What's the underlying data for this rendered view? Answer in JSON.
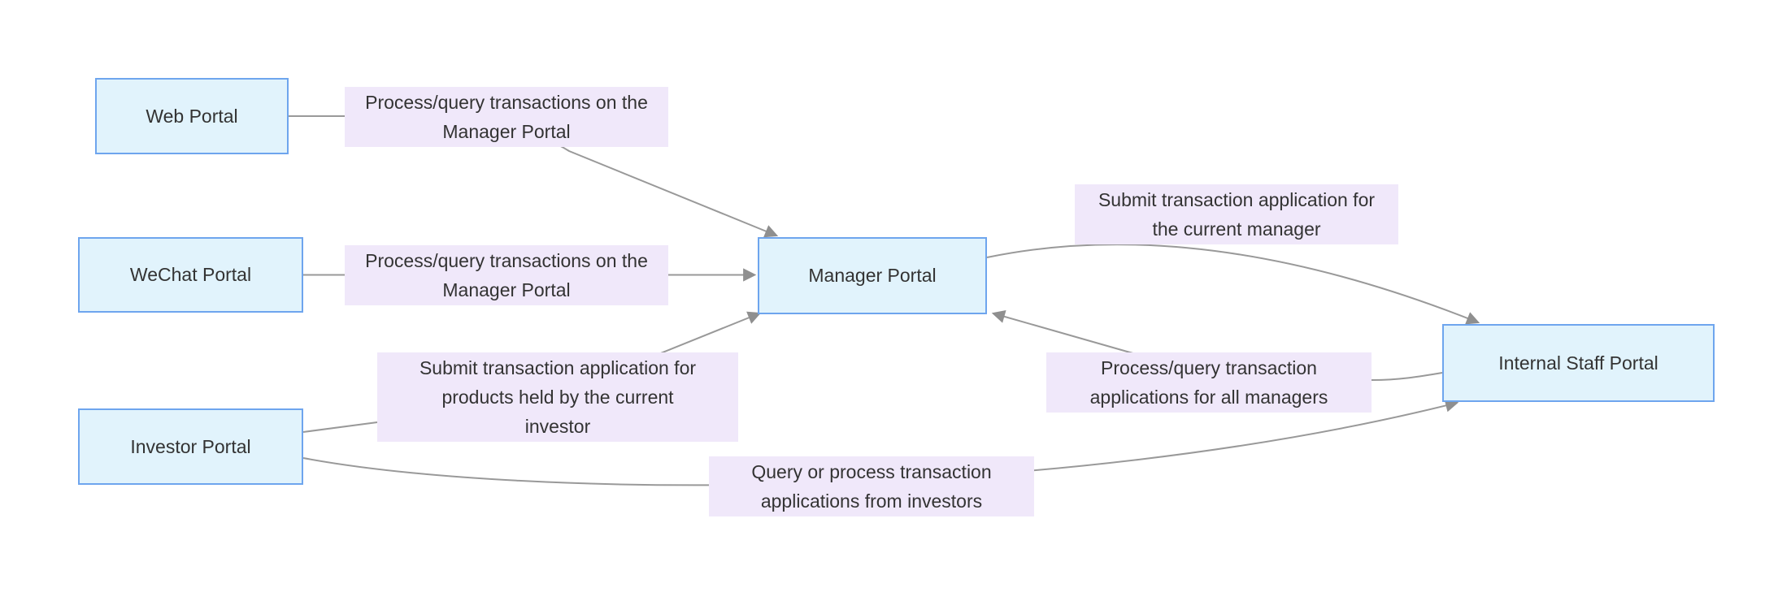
{
  "diagram": {
    "type": "flowchart",
    "colors": {
      "background": "#ffffff",
      "node_fill": "#e1f3fc",
      "node_border": "#6ea5ee",
      "edge_label_bg": "#f0e8fa",
      "text": "#333333",
      "edge_line": "#999999",
      "arrowhead": "#8f8f8f"
    },
    "nodes": [
      {
        "id": "web",
        "label": "Web Portal"
      },
      {
        "id": "wechat",
        "label": "WeChat Portal"
      },
      {
        "id": "investor",
        "label": "Investor Portal"
      },
      {
        "id": "manager",
        "label": "Manager Portal"
      },
      {
        "id": "staff",
        "label": "Internal Staff Portal"
      }
    ],
    "edges": [
      {
        "from": "Web Portal",
        "to": "Manager Portal",
        "label": "Process/query transactions on the\nManager Portal"
      },
      {
        "from": "WeChat Portal",
        "to": "Manager Portal",
        "label": "Process/query transactions on the\nManager Portal"
      },
      {
        "from": "Investor Portal",
        "to": "Manager Portal",
        "label": "Submit transaction application for\nproducts held by the current\ninvestor"
      },
      {
        "from": "Manager Portal",
        "to": "Internal Staff Portal",
        "label": "Submit transaction application for\nthe current manager"
      },
      {
        "from": "Internal Staff Portal",
        "to": "Manager Portal",
        "label": "Process/query transaction\napplications for all managers"
      },
      {
        "from": "Investor Portal",
        "to": "Internal Staff Portal",
        "label": "Query or process transaction\napplications from investors"
      }
    ]
  }
}
